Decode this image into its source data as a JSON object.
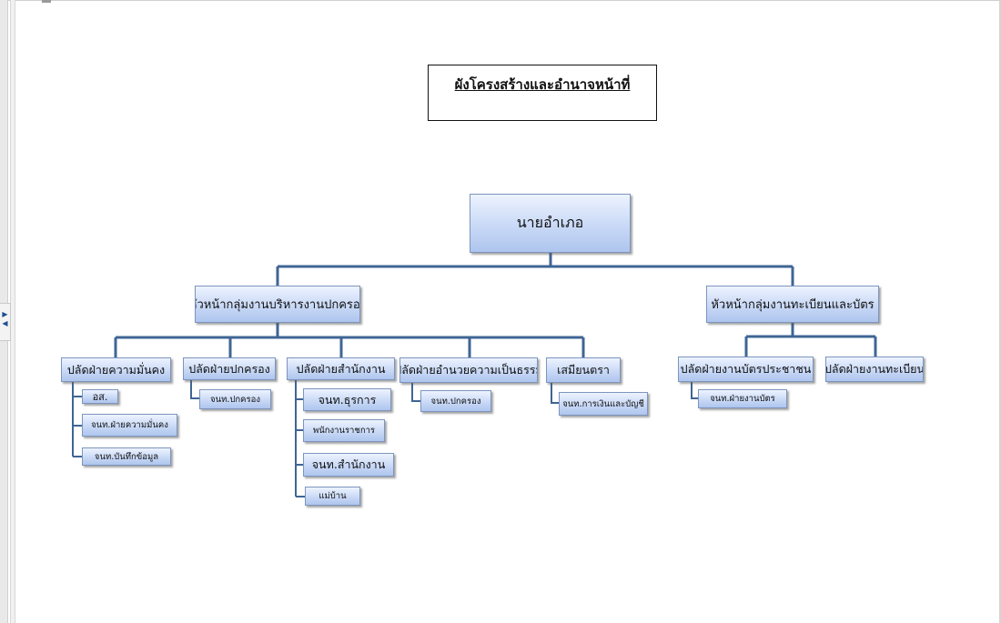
{
  "title": "ผังโครงสร้างและอำนาจหน้าที่",
  "top": "นายอำเภอ",
  "heads": {
    "admin": "หัวหน้ากลุ่มงานบริหารงานปกครอง",
    "registry": "หัวหน้ากลุ่มงานทะเบียนและบัตร"
  },
  "sections": {
    "security": "ปลัดฝ่ายความมั่นคง",
    "governance": "ปลัดฝ่ายปกครอง",
    "office": "ปลัดฝ่ายสำนักงาน",
    "justice": "ปลัดฝ่ายอำนวยความเป็นธรรม",
    "clerk": "เสมียนตรา",
    "id_card": "ปลัดฝ่ายงานบัตรประชาชน",
    "civil_reg": "ปลัดฝ่ายงานทะเบียน"
  },
  "staff": {
    "security": [
      "อส.",
      "จนท.ฝ่ายความมั่นคง",
      "จนท.บันทึกข้อมูล"
    ],
    "governance": [
      "จนท.ปกครอง"
    ],
    "office": [
      "จนท.ธุรการ",
      "พนักงานราชการ",
      "จนท.สำนักงาน",
      "แม่บ้าน"
    ],
    "justice": [
      "จนท.ปกครอง"
    ],
    "clerk": [
      "จนท.การเงินและบัญชี"
    ],
    "id_card": [
      "จนท.ฝ่ายงานบัตร"
    ]
  }
}
